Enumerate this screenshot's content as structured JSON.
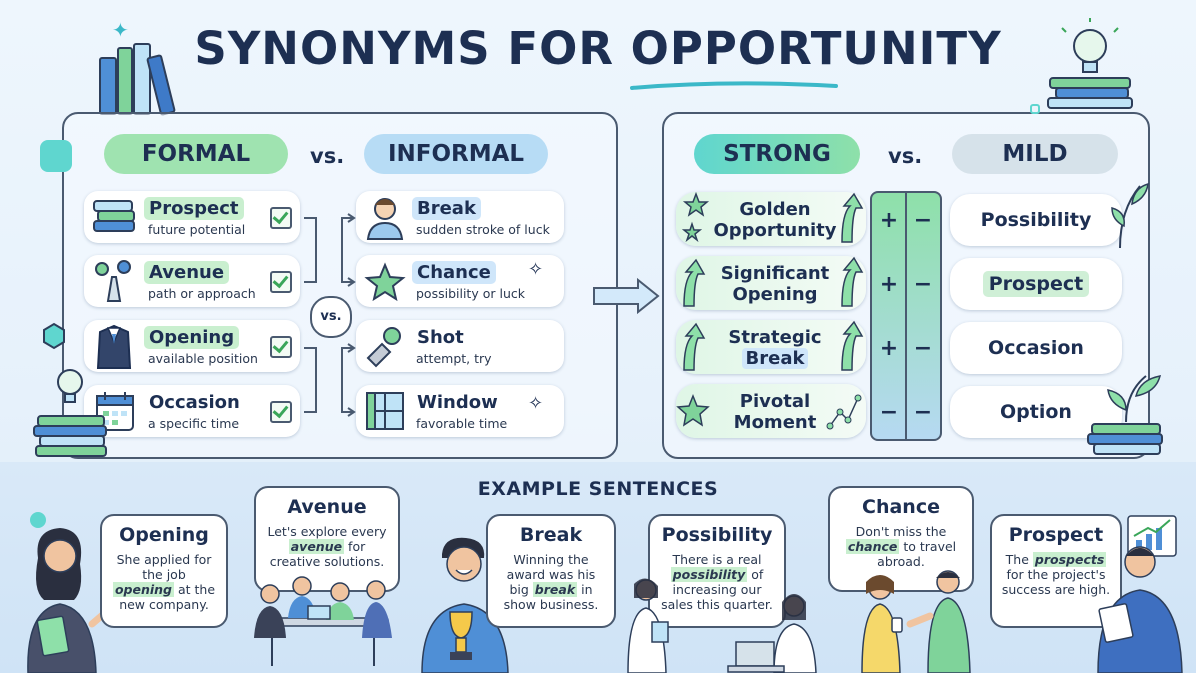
{
  "title": {
    "part1": "SYNONYMS FOR ",
    "part2": "OPPORTUNITY"
  },
  "left_panel": {
    "formal_label": "FORMAL",
    "vs_label": "vs.",
    "informal_label": "INFORMAL",
    "center_vs": "vs.",
    "formal": [
      {
        "word": "Prospect",
        "definition": "future potential",
        "icon": "books-icon"
      },
      {
        "word": "Avenue",
        "definition": "path or approach",
        "icon": "road-pins-icon"
      },
      {
        "word": "Opening",
        "definition": "available position",
        "icon": "suit-icon"
      },
      {
        "word": "Occasion",
        "definition": "a specific time",
        "icon": "calendar-icon"
      }
    ],
    "informal": [
      {
        "word": "Break",
        "definition": "sudden stroke of luck",
        "icon": "person-icon"
      },
      {
        "word": "Chance",
        "definition": "possibility or luck",
        "icon": "star-icon"
      },
      {
        "word": "Shot",
        "definition": "attempt, try",
        "icon": "target-icon"
      },
      {
        "word": "Window",
        "definition": "favorable time",
        "icon": "window-icon"
      }
    ]
  },
  "right_panel": {
    "strong_label": "STRONG",
    "vs_label": "vs.",
    "mild_label": "MILD",
    "strong": [
      {
        "line1": "Golden",
        "line2": "Opportunity"
      },
      {
        "line1": "Significant",
        "line2": "Opening"
      },
      {
        "line1": "Strategic",
        "line2": "Break"
      },
      {
        "line1": "Pivotal",
        "line2": "Moment"
      }
    ],
    "scale": [
      {
        "left": "+",
        "right": "−"
      },
      {
        "left": "+",
        "right": "−"
      },
      {
        "left": "+",
        "right": "−"
      },
      {
        "left": "−",
        "right": "−"
      }
    ],
    "mild": [
      "Possibility",
      "Prospect",
      "Occasion",
      "Option"
    ]
  },
  "examples": {
    "title": "EXAMPLE SENTENCES",
    "items": [
      {
        "word": "Opening",
        "pre": "She applied for the job ",
        "key": "opening",
        "post": " at the new company."
      },
      {
        "word": "Avenue",
        "pre": "Let's explore every ",
        "key": "avenue",
        "post": " for creative solutions."
      },
      {
        "word": "Break",
        "pre": "Winning the award was his big ",
        "key": "break",
        "post": " in show business."
      },
      {
        "word": "Possibility",
        "pre": "There is a real ",
        "key": "possibility",
        "post": " of increasing our sales this quarter."
      },
      {
        "word": "Chance",
        "pre": "Don't miss the ",
        "key": "chance",
        "post": " to travel abroad."
      },
      {
        "word": "Prospect",
        "pre": "The ",
        "key": "prospects",
        "post": " for the project's success are high."
      }
    ]
  },
  "colors": {
    "navy": "#1d2f52",
    "green_pill": "#9fe3b0",
    "blue_pill": "#b7dcf5",
    "teal": "#3bb8c8",
    "grey_pill": "#d6e2ea"
  }
}
